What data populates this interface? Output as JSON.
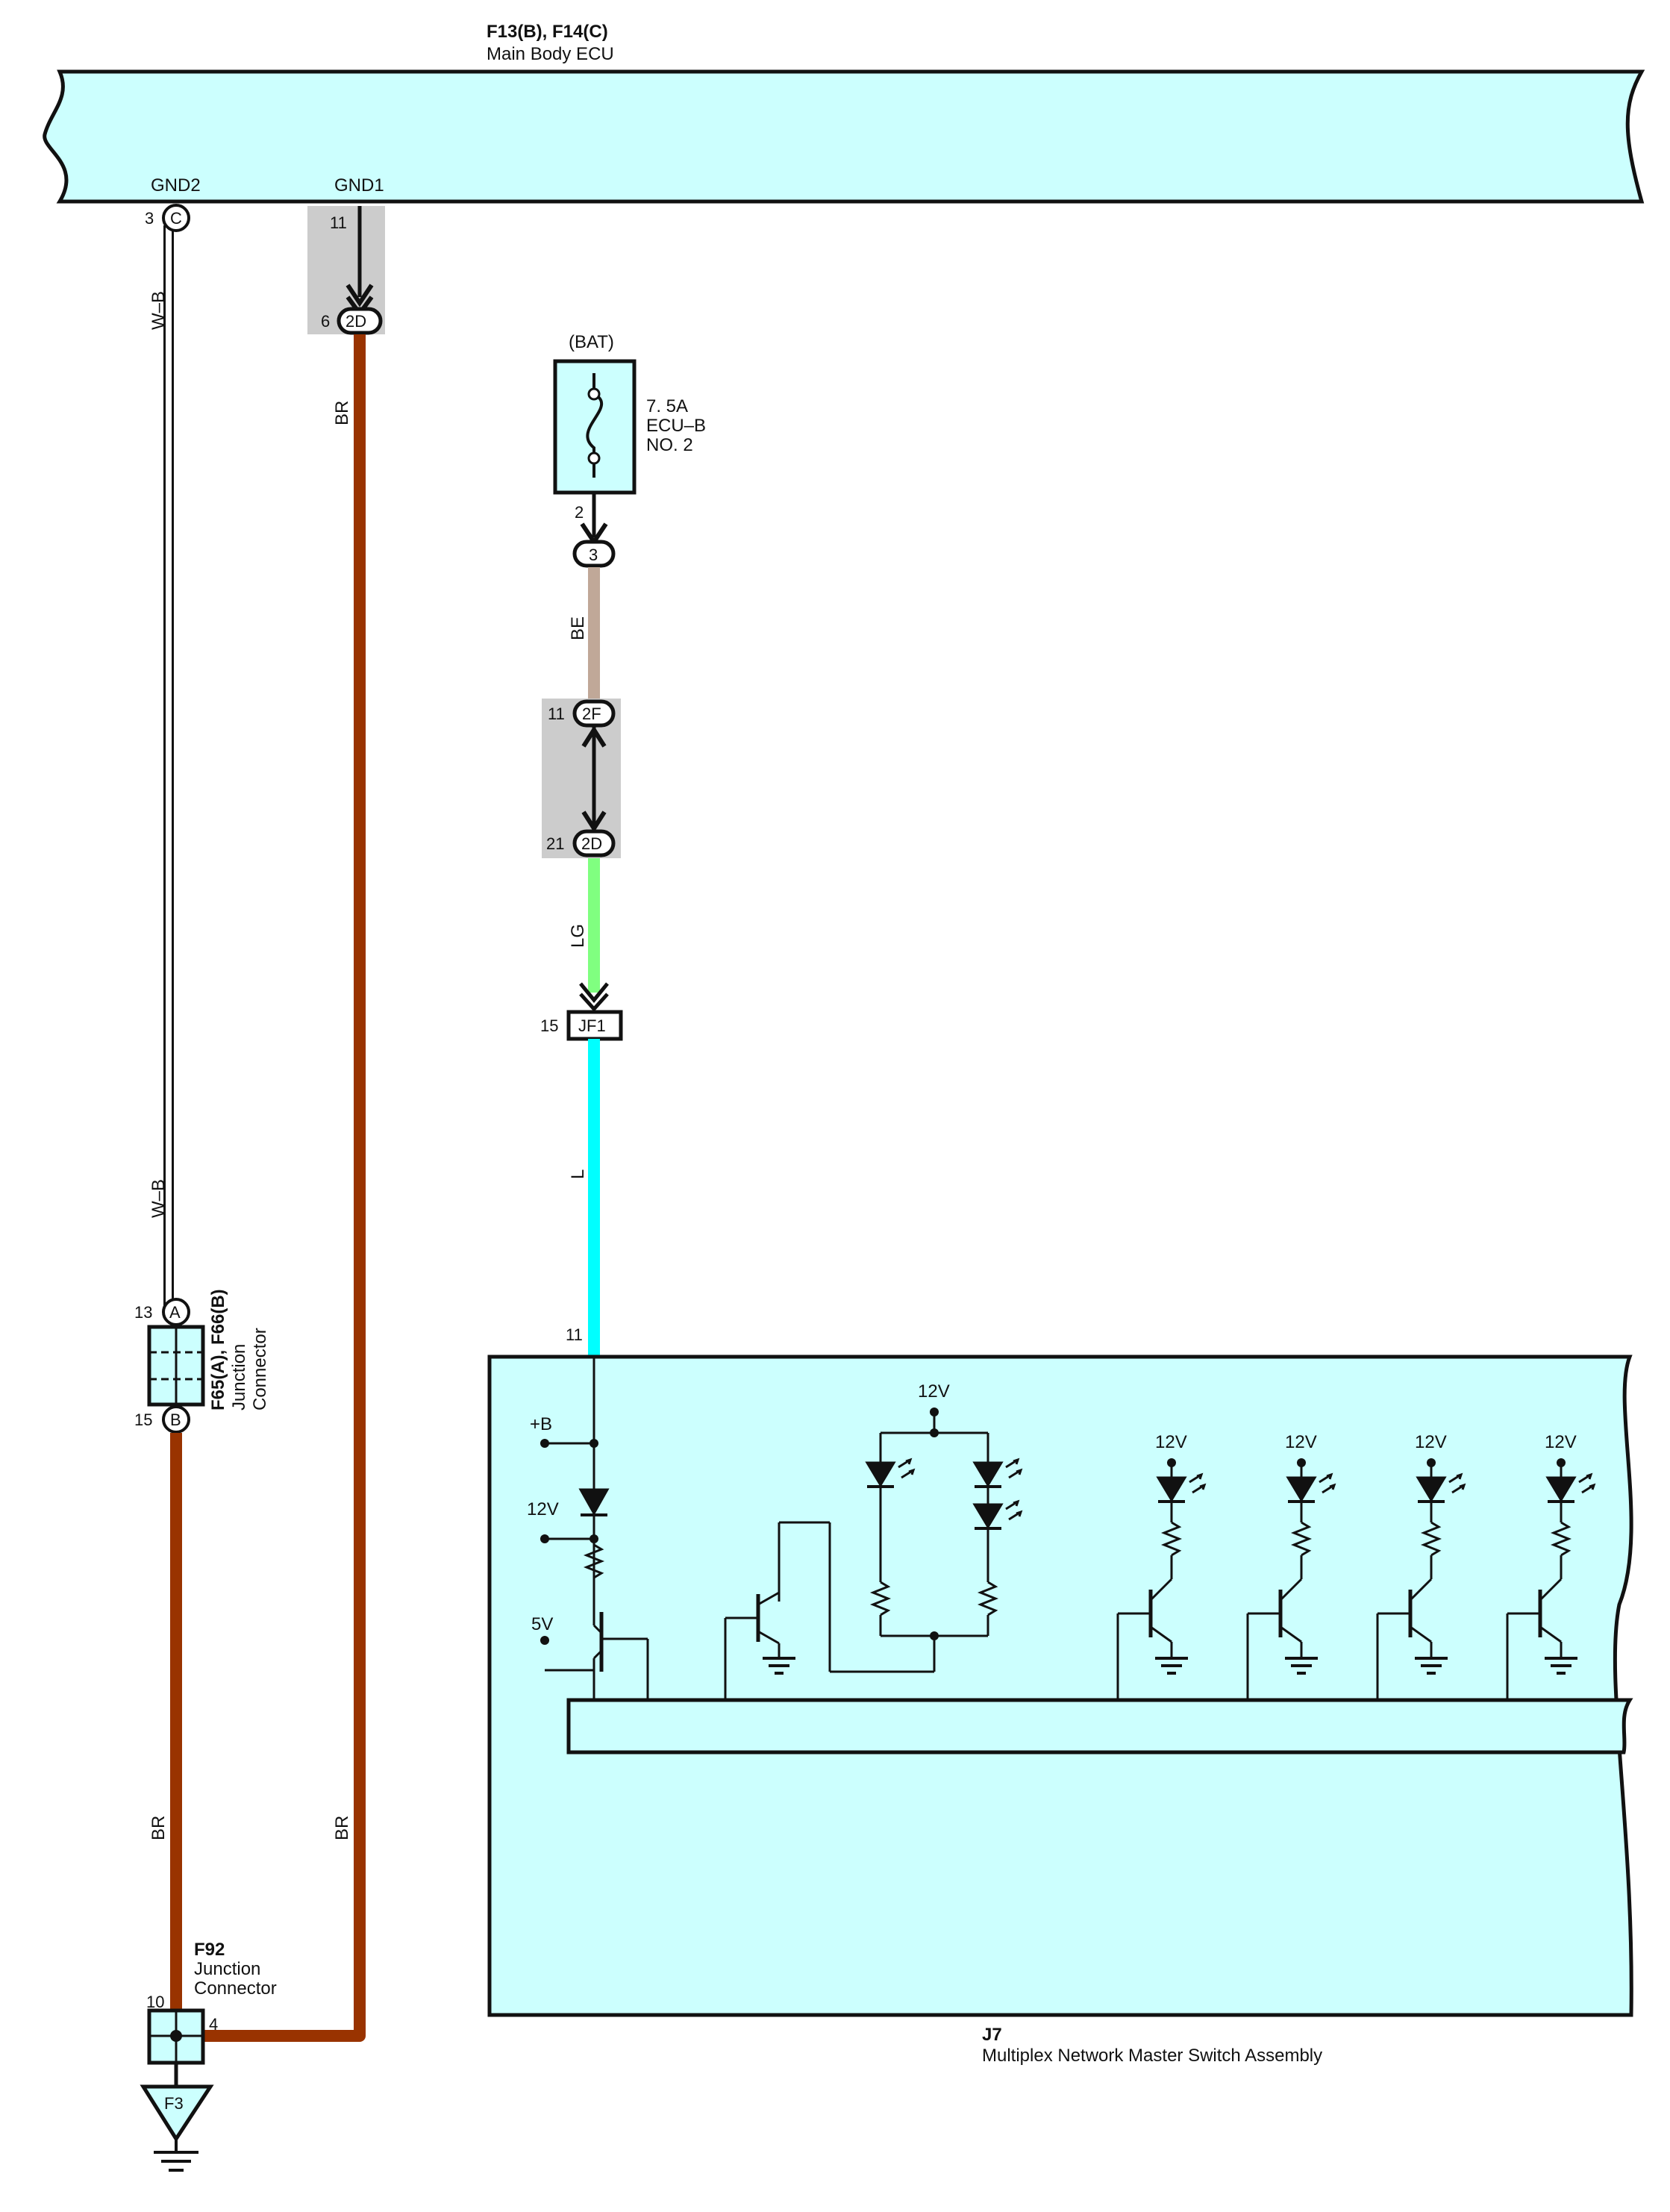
{
  "ecu": {
    "part": "F13(B), F14(C)",
    "name": "Main Body ECU",
    "pin_gnd2": "GND2",
    "pin_gnd1": "GND1"
  },
  "gnd2": {
    "pin": "3",
    "conn": "C",
    "wire_top": "W–B",
    "wire_mid": "W–B"
  },
  "gnd1": {
    "pin_top": "11",
    "pin_bot": "6",
    "conn": "2D",
    "wire": "BR",
    "wire_low": "BR"
  },
  "fuse": {
    "source": "(BAT)",
    "rating": "7. 5A",
    "name1": "ECU–B",
    "name2": "NO. 2",
    "out_pin": "2",
    "conn": "3"
  },
  "bat_wire": {
    "wire1": "BE",
    "pin_2f": "11",
    "conn_2f": "2F",
    "pin_2d": "21",
    "conn_2d": "2D",
    "wire2": "LG",
    "jf_pin": "15",
    "jf_conn": "JF1",
    "wire3": "L",
    "sw_pin": "11",
    "sw_conn": "B"
  },
  "junction": {
    "part": "F65(A), F66(B)",
    "name1": "Junction",
    "name2": "Connector",
    "pin_a": "13",
    "conn_a": "A",
    "pin_b": "15",
    "conn_b": "B",
    "wire": "BR"
  },
  "f92": {
    "part": "F92",
    "name1": "Junction",
    "name2": "Connector",
    "pin_left": "10",
    "pin_right": "4",
    "ground": "F3"
  },
  "switch": {
    "part": "J7",
    "name": "Multiplex Network Master Switch Assembly",
    "plus_b": "+B",
    "v12": "12V",
    "v5": "5V"
  },
  "colors": {
    "panel": "#ccfffe",
    "brown": "#993300",
    "beige": "#c0a898",
    "light_green": "#80ff80",
    "light_blue": "#00ffff",
    "connector_shade": "#cccccc"
  }
}
